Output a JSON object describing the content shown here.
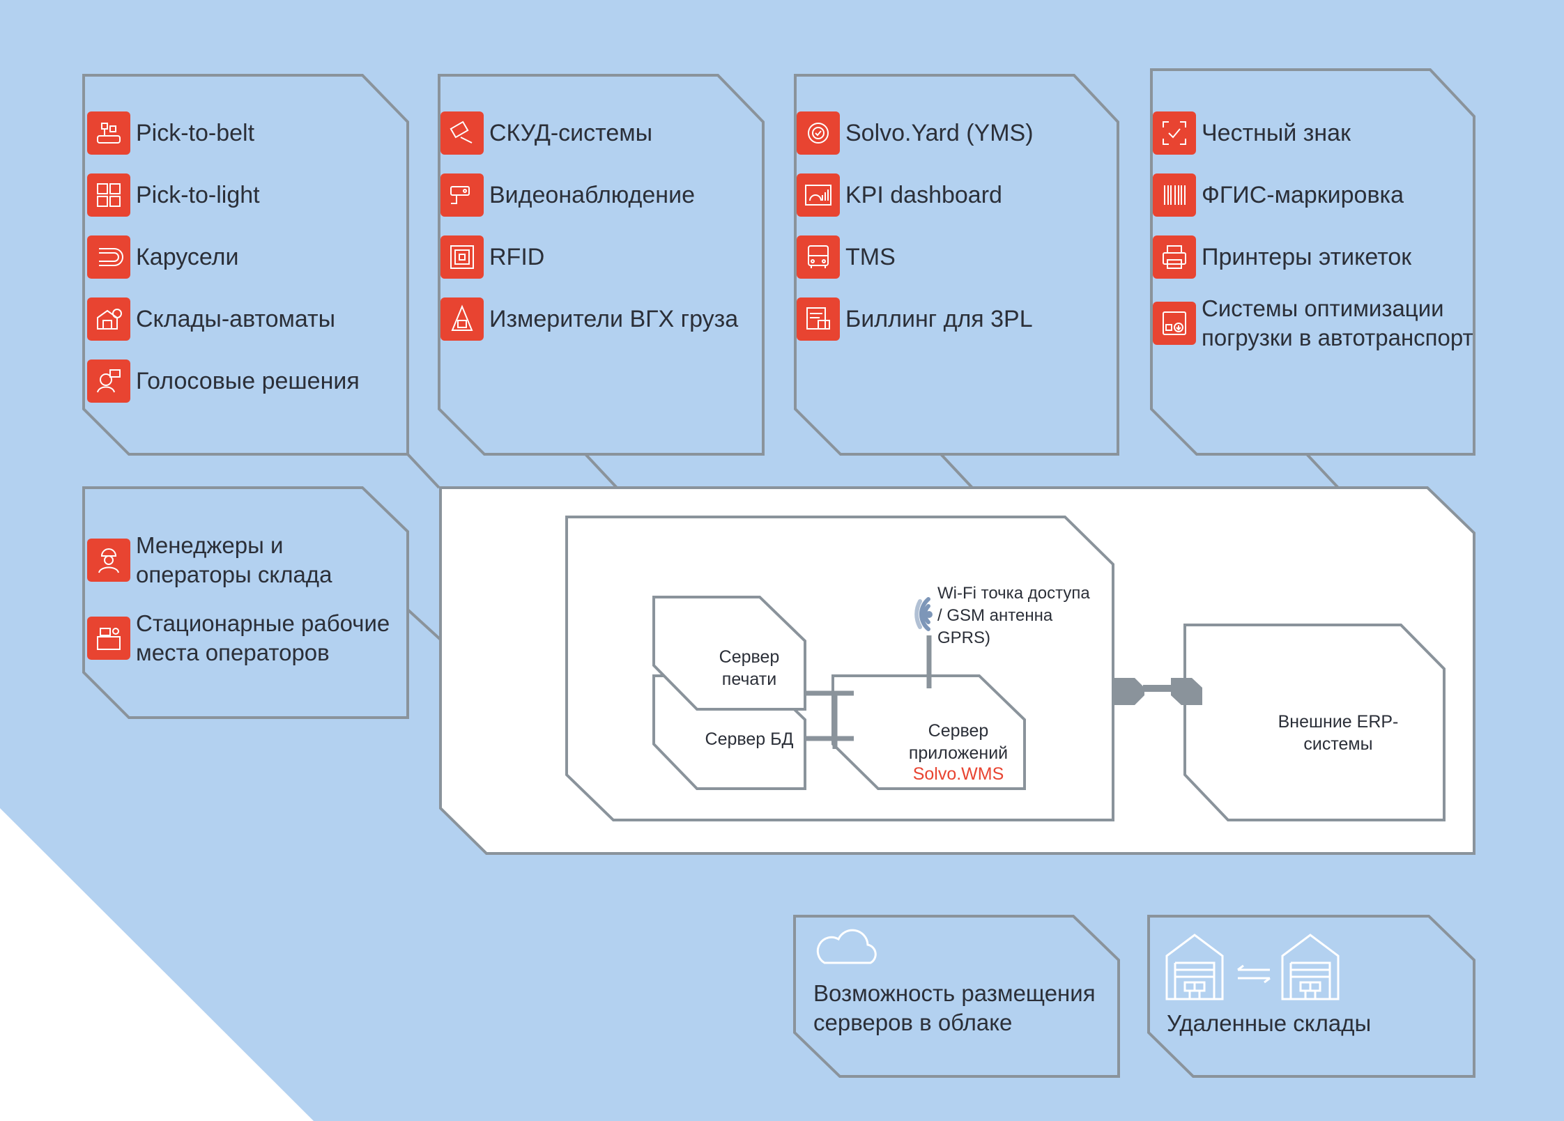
{
  "groups": [
    {
      "items": [
        {
          "label": "Pick-to-belt",
          "icon": "conveyor-belt-icon"
        },
        {
          "label": "Pick-to-light",
          "icon": "light-shelves-icon"
        },
        {
          "label": "Карусели",
          "icon": "carousel-icon"
        },
        {
          "label": "Склады-автоматы",
          "icon": "automated-warehouse-icon"
        },
        {
          "label": "Голосовые решения",
          "icon": "voice-headset-icon"
        }
      ]
    },
    {
      "items": [
        {
          "label": "СКУД-системы",
          "icon": "access-card-icon"
        },
        {
          "label": "Видеонаблюдение",
          "icon": "camera-icon"
        },
        {
          "label": "RFID",
          "icon": "rfid-chip-icon"
        },
        {
          "label": "Измерители ВГХ груза",
          "icon": "dimension-meter-icon"
        }
      ]
    },
    {
      "items": [
        {
          "label": "Solvo.Yard (YMS)",
          "icon": "gear-check-icon"
        },
        {
          "label": "KPI dashboard",
          "icon": "dashboard-icon"
        },
        {
          "label": "TMS",
          "icon": "truck-icon"
        },
        {
          "label": "Биллинг для 3PL",
          "icon": "billing-icon"
        }
      ]
    },
    {
      "items": [
        {
          "label": "Честный знак",
          "icon": "scan-frame-icon"
        },
        {
          "label": "ФГИС-маркировка",
          "icon": "barcode-icon"
        },
        {
          "label": "Принтеры этикеток",
          "icon": "printer-icon"
        },
        {
          "label": "Системы оптимизации погрузки в автотранспорт",
          "icon": "loading-box-icon"
        }
      ]
    },
    {
      "items": [
        {
          "label": "Менеджеры и операторы склада",
          "icon": "worker-icon"
        },
        {
          "label": "Стационарные рабочие места операторов",
          "icon": "workstation-icon"
        }
      ]
    }
  ],
  "core": {
    "wifi_label": "Wi-Fi точка доступа / GSM антенна GPRS)",
    "print_server": "Сервер печати",
    "db_server": "Сервер БД",
    "app_server": "Сервер приложений",
    "app_server_brand": "Solvo.WMS",
    "erp": "Внешние ERP-системы"
  },
  "bottom": {
    "cloud": "Возможность размещения серверов в облаке",
    "remote": "Удаленные склады"
  },
  "colors": {
    "background": "#b3d1f0",
    "accent": "#e84431",
    "outline": "#8a939b",
    "white": "#ffffff"
  }
}
